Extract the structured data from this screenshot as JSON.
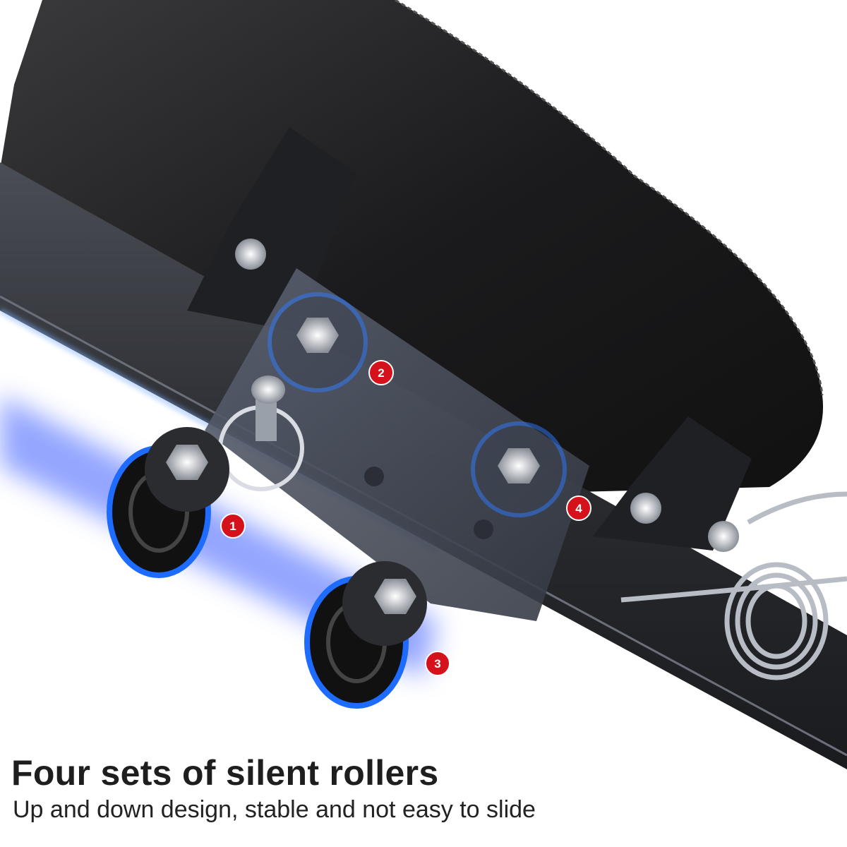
{
  "caption": {
    "headline": "Four sets of silent rollers",
    "subline": "Up and down design, stable and not easy to slide"
  },
  "badges": [
    {
      "label": "1"
    },
    {
      "label": "2"
    },
    {
      "label": "3"
    },
    {
      "label": "4"
    }
  ],
  "colors": {
    "badge": "#d5111b",
    "glow": "#1e6bff",
    "cushion": "#1c1c1e",
    "frame": "#2a2c30"
  }
}
